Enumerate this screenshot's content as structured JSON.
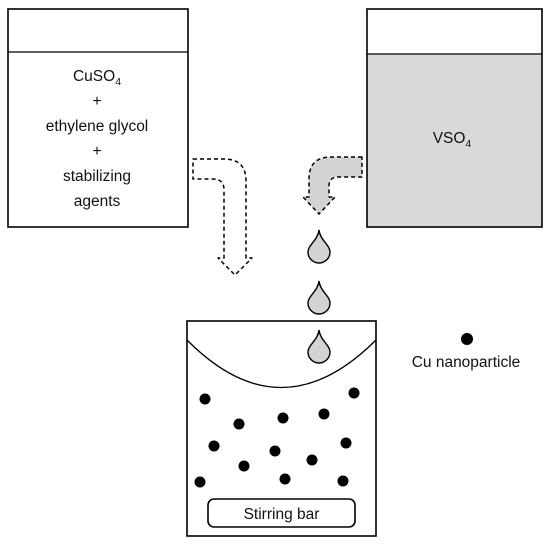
{
  "left_beaker": {
    "lines": [
      {
        "base": "CuSO",
        "sub": "4"
      },
      {
        "text": "+"
      },
      {
        "text": "ethylene glycol"
      },
      {
        "text": "+"
      },
      {
        "text": "stabilizing"
      },
      {
        "text": "agents"
      }
    ]
  },
  "right_beaker": {
    "base": "VSO",
    "sub": "4",
    "fill_color": "#d9d9d9"
  },
  "legend": {
    "label": "Cu nanoparticle",
    "marker": "filled-circle"
  },
  "stir_bar": {
    "label": "Stirring bar"
  },
  "colors": {
    "outline": "#000000",
    "droplet": "#d3d3d3",
    "particle": "#000000"
  }
}
